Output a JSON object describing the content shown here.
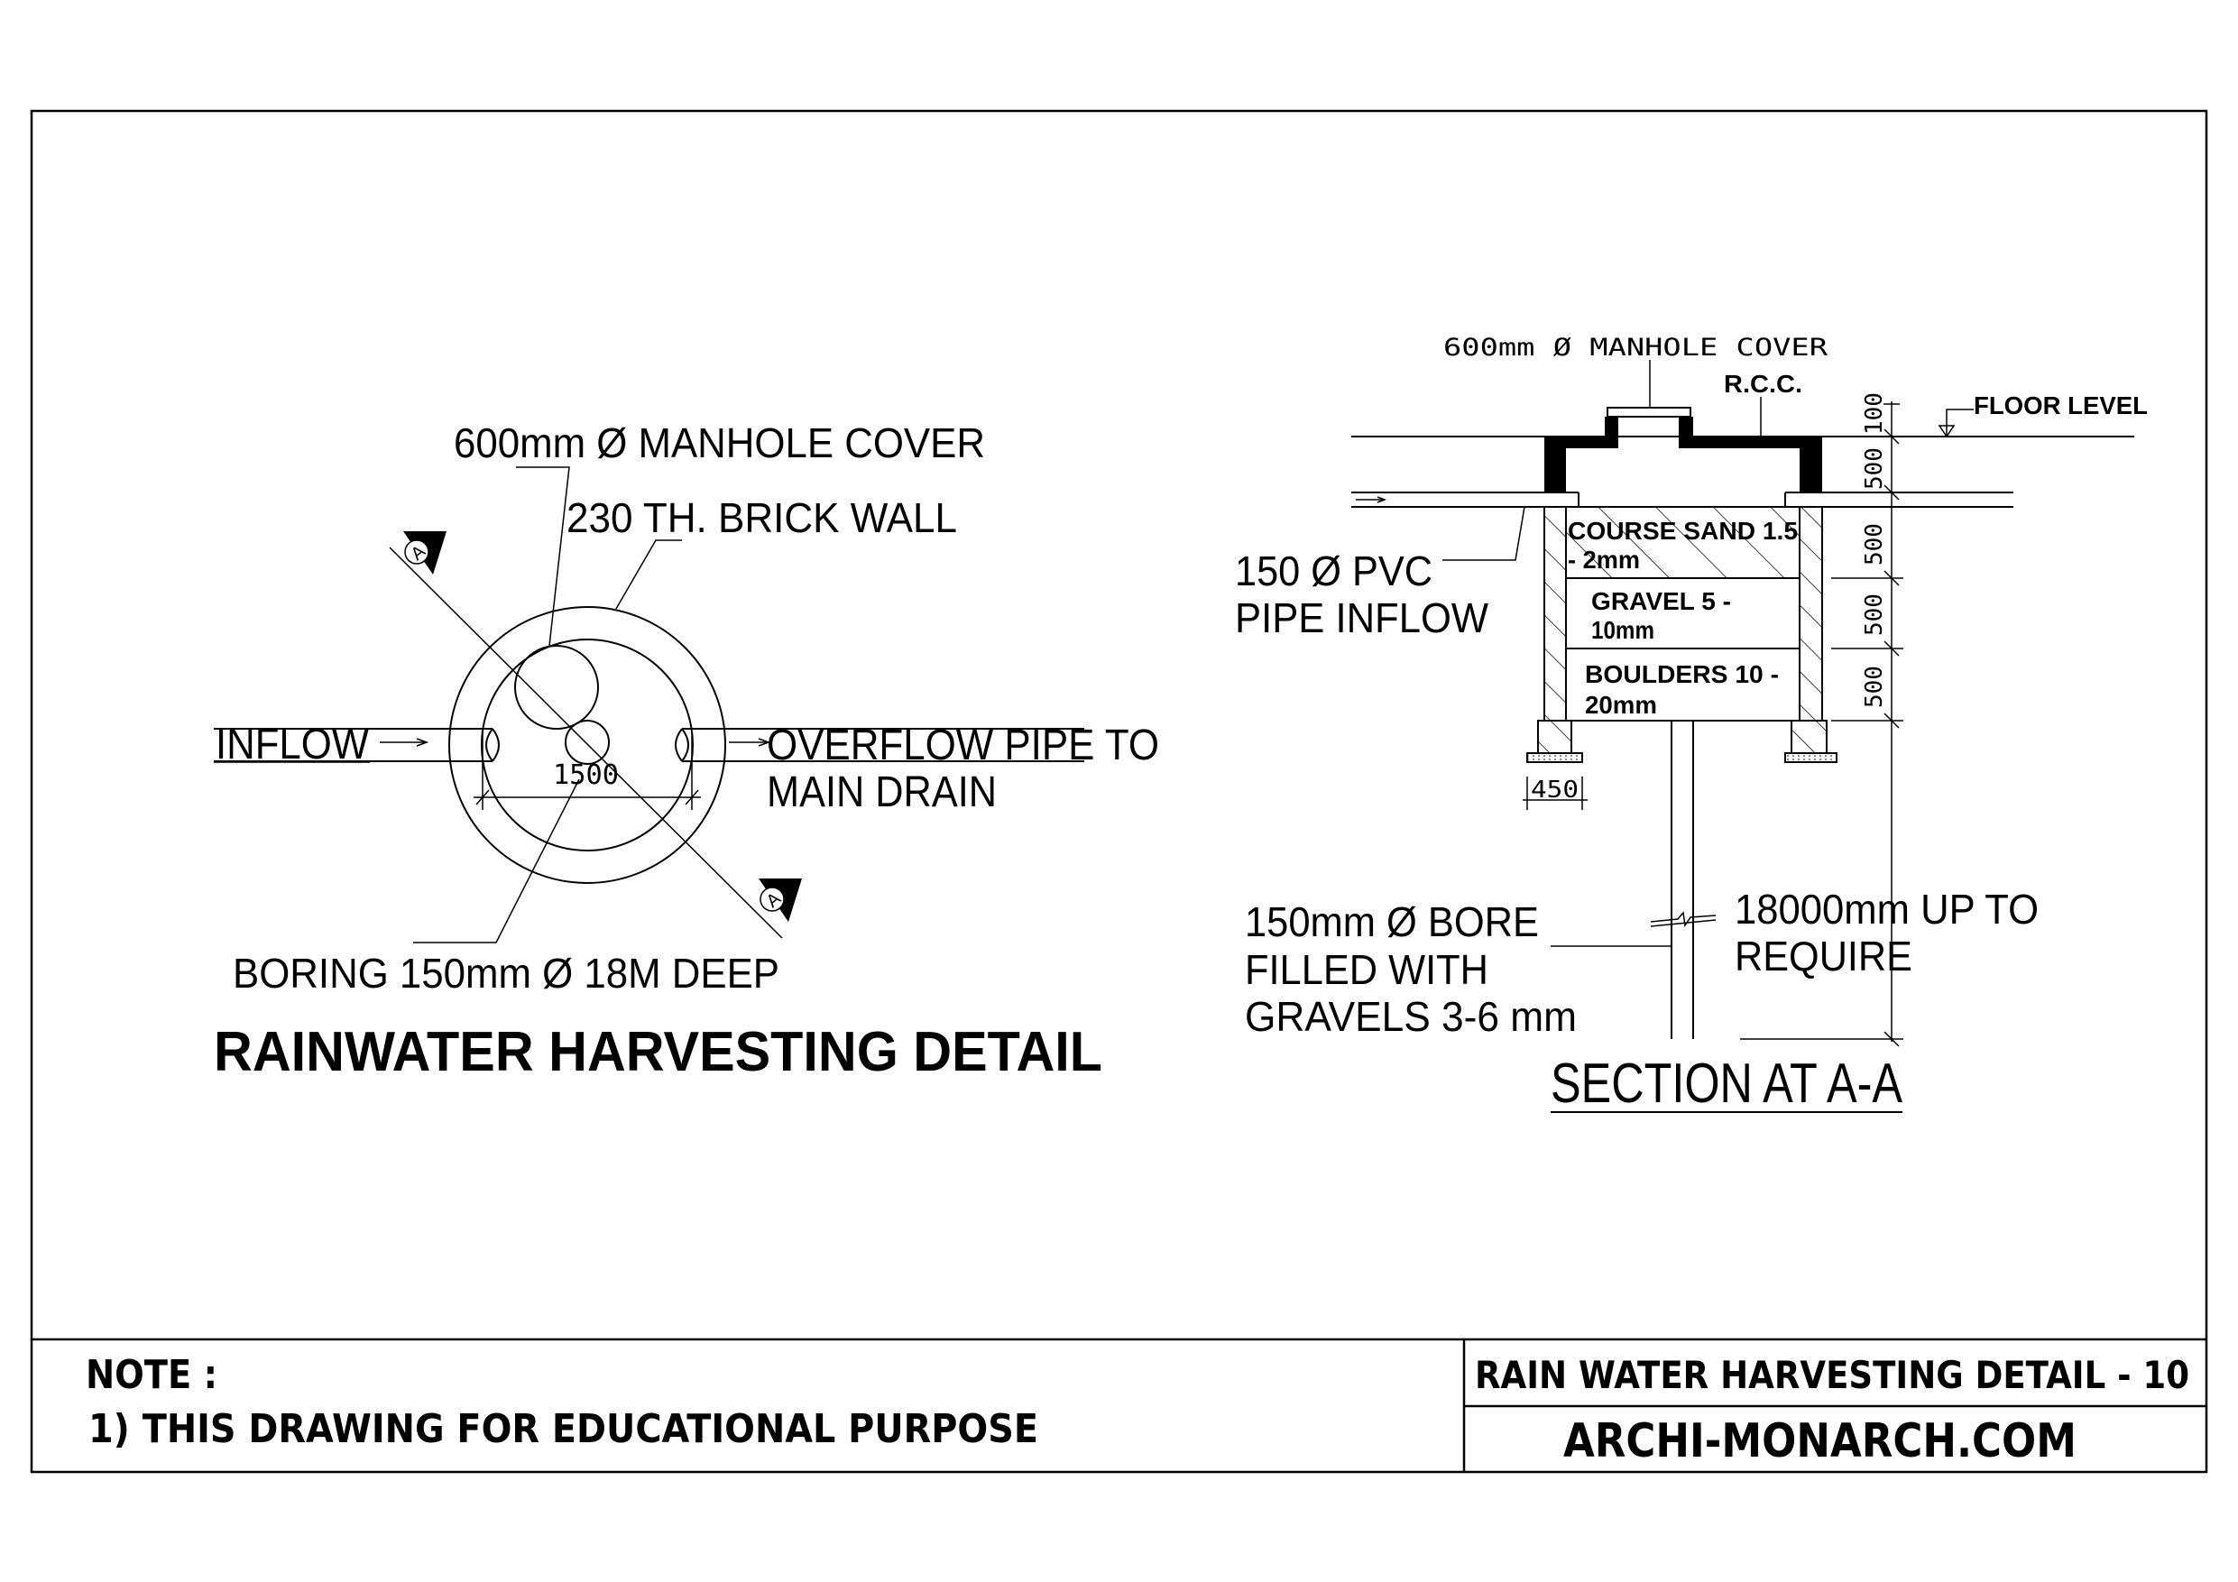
{
  "plan": {
    "manhole_label": "600mm Ø MANHOLE COVER",
    "wall_label": "230 TH. BRICK WALL",
    "inflow_label": "INFLOW",
    "overflow_label_1": "OVERFLOW PIPE TO",
    "overflow_label_2": "MAIN DRAIN",
    "diameter_dim": "1500",
    "boring_label": "BORING 150mm Ø 18M DEEP",
    "section_marker": "A",
    "title": "RAINWATER HARVESTING DETAIL"
  },
  "section": {
    "manhole_label": "600mm Ø MANHOLE COVER",
    "rcc_label": "R.C.C.",
    "floor_label": "FLOOR LEVEL",
    "pipe_label_1": "150 Ø PVC",
    "pipe_label_2": "PIPE INFLOW",
    "layers": [
      {
        "line1": "COURSE SAND 1.5",
        "line2": "- 2mm"
      },
      {
        "line1": "GRAVEL 5 -",
        "line2": "10mm"
      },
      {
        "line1": "BOULDERS 10 -",
        "line2": "20mm"
      }
    ],
    "dims": [
      "100",
      "500",
      "500",
      "500",
      "500"
    ],
    "footing_dim": "450",
    "bore_label_1": "150mm Ø BORE",
    "bore_label_2": "FILLED WITH",
    "bore_label_3": "GRAVELS 3-6 mm",
    "depth_label_1": "18000mm UP TO",
    "depth_label_2": "REQUIRE",
    "title": "SECTION AT A-A"
  },
  "title_block": {
    "note_heading": "NOTE :",
    "note_1": "1) THIS DRAWING FOR EDUCATIONAL PURPOSE",
    "drawing_title": "RAIN WATER HARVESTING DETAIL - 10",
    "website": "ARCHI-MONARCH.COM"
  }
}
